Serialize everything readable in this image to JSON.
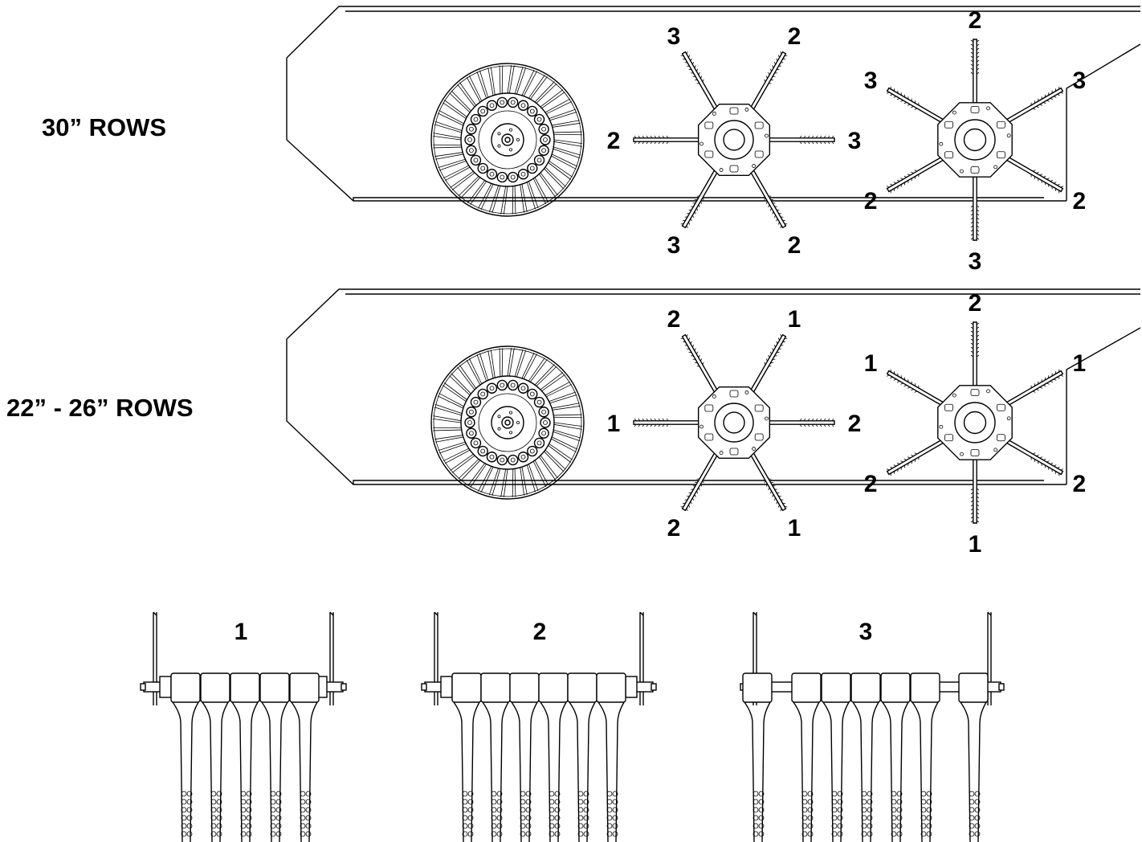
{
  "rows": [
    {
      "title": "30” ROWS",
      "hub_a": [
        "3",
        "2",
        "3",
        "2",
        "3",
        "2"
      ],
      "hub_b": [
        "2",
        "3",
        "2",
        "3",
        "2",
        "3"
      ]
    },
    {
      "title": "22” - 26” ROWS",
      "hub_a": [
        "2",
        "1",
        "2",
        "1",
        "2",
        "1"
      ],
      "hub_b": [
        "2",
        "1",
        "2",
        "1",
        "2",
        "1"
      ]
    }
  ],
  "configs": [
    {
      "label": "1"
    },
    {
      "label": "2"
    },
    {
      "label": "3"
    }
  ]
}
